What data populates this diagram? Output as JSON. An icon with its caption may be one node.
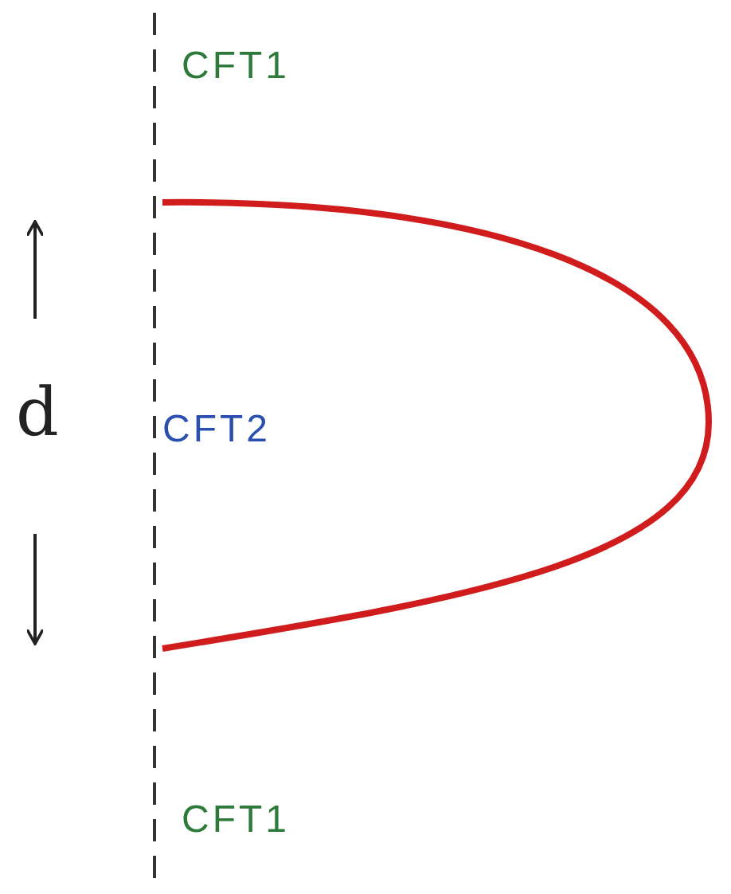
{
  "diagram": {
    "labels": [
      "CFT1",
      "d",
      "CFT2",
      "CFT1"
    ]
  }
}
